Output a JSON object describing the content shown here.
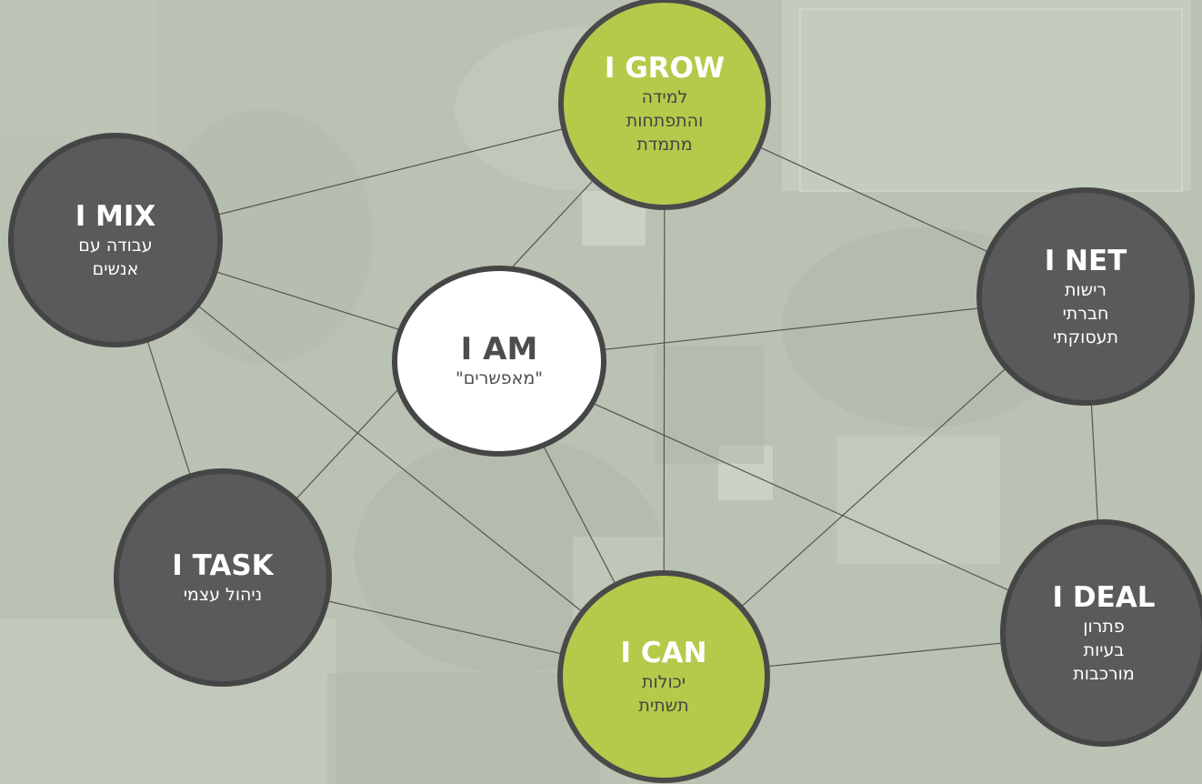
{
  "colors": {
    "background": "#b9c2b3",
    "dark_node": "#5a5a5a",
    "green_node": "#b5ca4a",
    "white_node": "#ffffff",
    "border": "#454545",
    "line": "#555555"
  },
  "nodes": {
    "grow": {
      "title": "I GROW",
      "subtitle": "למידה\nוהתפתחות\nמתמדת"
    },
    "mix": {
      "title": "I MIX",
      "subtitle": "עבודה עם\nאנשים"
    },
    "net": {
      "title": "I NET",
      "subtitle": "רישות\nחברתי\nתעסוקתי"
    },
    "am": {
      "title": "I AM",
      "subtitle": "\"מאפשרים\""
    },
    "task": {
      "title": "I TASK",
      "subtitle": "ניהול עצמי"
    },
    "deal": {
      "title": "I DEAL",
      "subtitle": "פתרון\nבעיות\nמורכבות"
    },
    "can": {
      "title": "I CAN",
      "subtitle": "יכולות\nתשתית"
    }
  },
  "connections": [
    [
      "grow",
      "mix"
    ],
    [
      "grow",
      "net"
    ],
    [
      "grow",
      "task"
    ],
    [
      "grow",
      "can"
    ],
    [
      "mix",
      "am"
    ],
    [
      "mix",
      "task"
    ],
    [
      "mix",
      "can"
    ],
    [
      "am",
      "net"
    ],
    [
      "am",
      "deal"
    ],
    [
      "am",
      "can"
    ],
    [
      "net",
      "deal"
    ],
    [
      "net",
      "can"
    ],
    [
      "task",
      "can"
    ],
    [
      "can",
      "deal"
    ]
  ]
}
